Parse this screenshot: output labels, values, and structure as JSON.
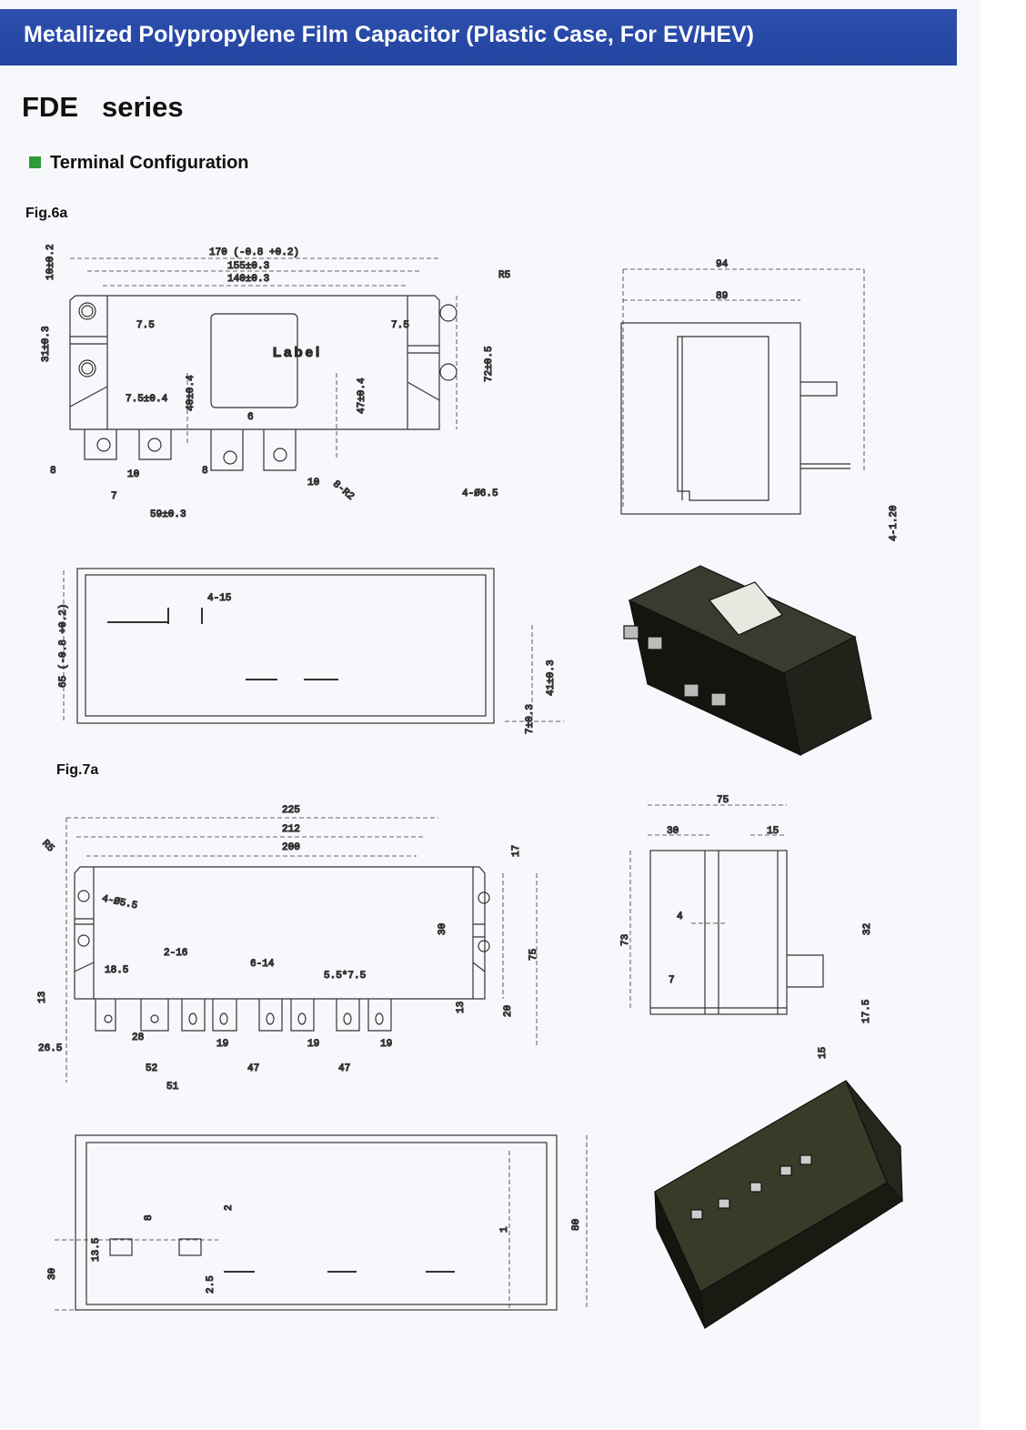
{
  "header": {
    "title": "Metallized Polypropylene Film Capacitor (Plastic Case, For EV/HEV)"
  },
  "series": {
    "code": "FDE",
    "word": "series"
  },
  "section": {
    "title": "Terminal Configuration"
  },
  "fig6a": {
    "label": "Fig.6a",
    "box_label": "Label",
    "dims": [
      "170 (-0.8 +0.2)",
      "155±0.3",
      "140±0.3",
      "10±0.2",
      "31±0.3",
      "7.5",
      "7.5",
      "R5",
      "72±0.5",
      "7.5±0.4",
      "40±0.4",
      "47±0.4",
      "6",
      "8",
      "10",
      "7",
      "10",
      "8-R2",
      "4-Ø6.5",
      "8",
      "59±0.3"
    ],
    "side_dims": [
      "94",
      "89",
      "4-1.20"
    ],
    "bottom_dims": [
      "4-15",
      "65 (-0.8 +0.2)",
      "41±0.3",
      "7±0.3"
    ]
  },
  "fig7a": {
    "label": "Fig.7a",
    "dims": [
      "225",
      "212",
      "200",
      "R5",
      "4-Ø5.5",
      "2-16",
      "18.5",
      "6-14",
      "5.5*7.5",
      "13",
      "28",
      "26.5",
      "19",
      "19",
      "19",
      "52",
      "47",
      "47",
      "51",
      "17",
      "30",
      "75",
      "13",
      "20"
    ],
    "side_dims": [
      "75",
      "30",
      "15",
      "4",
      "73",
      "7",
      "32",
      "17.5",
      "15"
    ],
    "bottom_dims": [
      "80",
      "30",
      "13.5",
      "8",
      "2",
      "2.5",
      "1"
    ]
  }
}
